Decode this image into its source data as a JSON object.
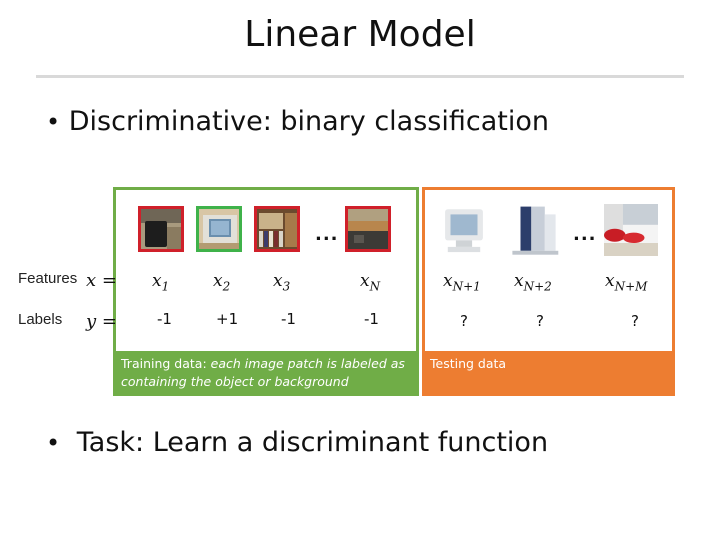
{
  "title": "Linear Model",
  "bullets": {
    "first": "Discriminative: binary classification",
    "second": "Task: Learn a discriminant function",
    "marker": "•"
  },
  "row_labels": {
    "features": "Features",
    "labels": "Labels"
  },
  "row_vars": {
    "features": "x =",
    "labels": "y ="
  },
  "train": {
    "features": [
      {
        "base": "x",
        "sub": "1"
      },
      {
        "base": "x",
        "sub": "2"
      },
      {
        "base": "x",
        "sub": "3"
      },
      {
        "base": "x",
        "sub": "N"
      }
    ],
    "labels": [
      "-1",
      "+1",
      "-1",
      "-1"
    ],
    "ellipsis": "...",
    "caption_bold": "Training data:",
    "caption_rest": " each image patch is labeled as containing the object or background"
  },
  "test": {
    "features": [
      {
        "base": "x",
        "sub": "N+1"
      },
      {
        "base": "x",
        "sub": "N+2"
      },
      {
        "base": "x",
        "sub": "N+M"
      }
    ],
    "labels": [
      "?",
      "?",
      "?"
    ],
    "ellipsis": "...",
    "caption": "Testing data"
  },
  "colors": {
    "train_accent": "#70ad47",
    "test_accent": "#ed7d31",
    "negative_patch": "#d0202a",
    "positive_patch": "#3fb24a",
    "rule": "#d9d9d9"
  },
  "icons": [
    "speaker-patch-icon",
    "monitor-patch-icon",
    "bookshelf-patch-icon",
    "desk-patch-icon",
    "monitor-test-icon",
    "tower-test-icon",
    "phone-test-icon"
  ]
}
